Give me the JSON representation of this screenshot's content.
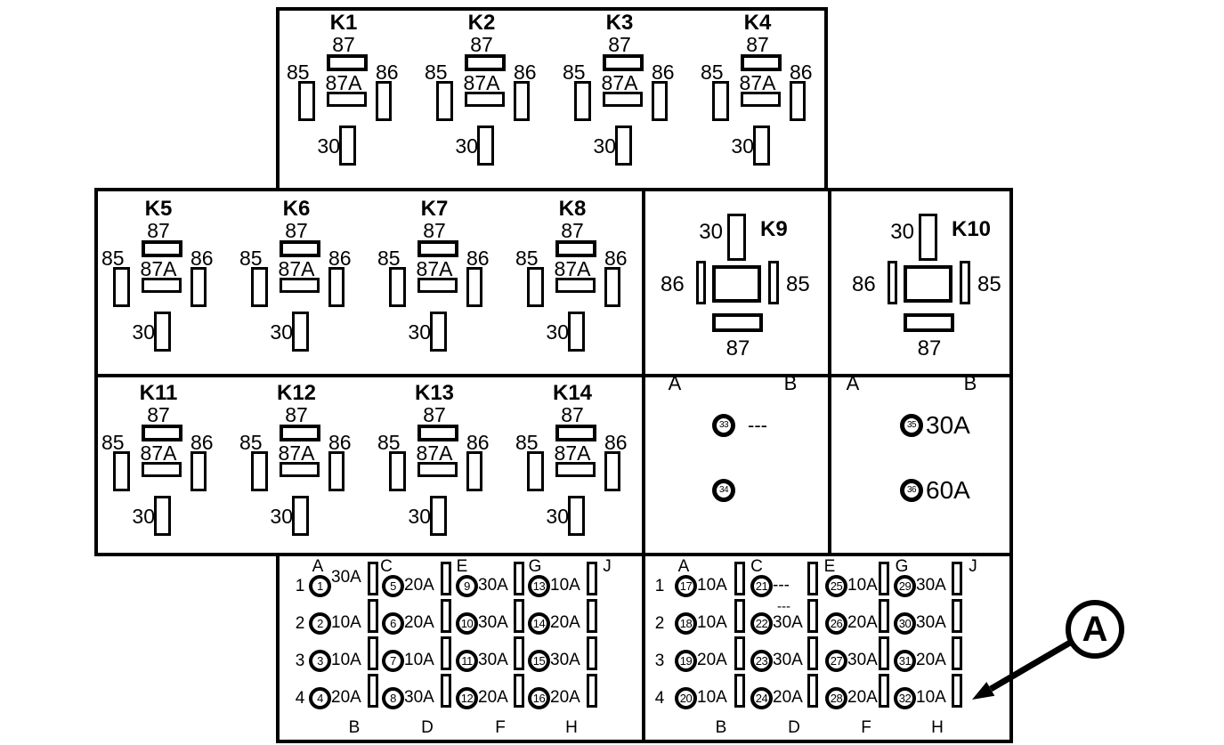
{
  "pin_labels": {
    "p87": "87",
    "p87a": "87A",
    "p85": "85",
    "p86": "86",
    "p30": "30"
  },
  "relay_groups": {
    "top": [
      "K1",
      "K2",
      "K3",
      "K4"
    ],
    "middle": [
      "K5",
      "K6",
      "K7",
      "K8"
    ],
    "lower": [
      "K11",
      "K12",
      "K13",
      "K14"
    ]
  },
  "side_relays": [
    "K9",
    "K10"
  ],
  "maxi_sections": [
    {
      "col_a": "A",
      "col_b": "B",
      "fuses": [
        {
          "num": "33",
          "rating": "---"
        },
        {
          "num": "34",
          "rating": ""
        }
      ]
    },
    {
      "col_a": "A",
      "col_b": "B",
      "fuses": [
        {
          "num": "35",
          "rating": "30A"
        },
        {
          "num": "36",
          "rating": "60A"
        }
      ]
    }
  ],
  "fuse_panels": [
    {
      "top_letters": [
        "A",
        "C",
        "E",
        "G",
        "J"
      ],
      "bottom_letters": [
        "B",
        "D",
        "F",
        "H"
      ],
      "rows": [
        {
          "num": "1",
          "fuses": [
            {
              "num": "1",
              "rating": "30A"
            },
            {
              "num": "5",
              "rating": "20A"
            },
            {
              "num": "9",
              "rating": "30A"
            },
            {
              "num": "13",
              "rating": "10A"
            }
          ]
        },
        {
          "num": "2",
          "fuses": [
            {
              "num": "2",
              "rating": "10A"
            },
            {
              "num": "6",
              "rating": "20A"
            },
            {
              "num": "10",
              "rating": "30A"
            },
            {
              "num": "14",
              "rating": "20A"
            }
          ]
        },
        {
          "num": "3",
          "fuses": [
            {
              "num": "3",
              "rating": "10A"
            },
            {
              "num": "7",
              "rating": "10A"
            },
            {
              "num": "11",
              "rating": "30A"
            },
            {
              "num": "15",
              "rating": "30A"
            }
          ]
        },
        {
          "num": "4",
          "fuses": [
            {
              "num": "4",
              "rating": "20A"
            },
            {
              "num": "8",
              "rating": "30A"
            },
            {
              "num": "12",
              "rating": "20A"
            },
            {
              "num": "16",
              "rating": "20A"
            }
          ]
        }
      ]
    },
    {
      "top_letters": [
        "A",
        "C",
        "E",
        "G",
        "J"
      ],
      "bottom_letters": [
        "B",
        "D",
        "F",
        "H"
      ],
      "rows": [
        {
          "num": "1",
          "fuses": [
            {
              "num": "17",
              "rating": "10A"
            },
            {
              "num": "21",
              "rating": "---",
              "sub_rating": "---"
            },
            {
              "num": "25",
              "rating": "10A"
            },
            {
              "num": "29",
              "rating": "30A"
            }
          ]
        },
        {
          "num": "2",
          "fuses": [
            {
              "num": "18",
              "rating": "10A"
            },
            {
              "num": "22",
              "rating": "30A"
            },
            {
              "num": "26",
              "rating": "20A"
            },
            {
              "num": "30",
              "rating": "30A"
            }
          ]
        },
        {
          "num": "3",
          "fuses": [
            {
              "num": "19",
              "rating": "20A"
            },
            {
              "num": "23",
              "rating": "30A"
            },
            {
              "num": "27",
              "rating": "30A"
            },
            {
              "num": "31",
              "rating": "20A"
            }
          ]
        },
        {
          "num": "4",
          "fuses": [
            {
              "num": "20",
              "rating": "10A"
            },
            {
              "num": "24",
              "rating": "20A"
            },
            {
              "num": "28",
              "rating": "20A"
            },
            {
              "num": "32",
              "rating": "10A"
            }
          ]
        }
      ]
    }
  ],
  "callout": {
    "label": "A"
  },
  "colors": {
    "ink": "#000000",
    "paper": "#ffffff"
  }
}
